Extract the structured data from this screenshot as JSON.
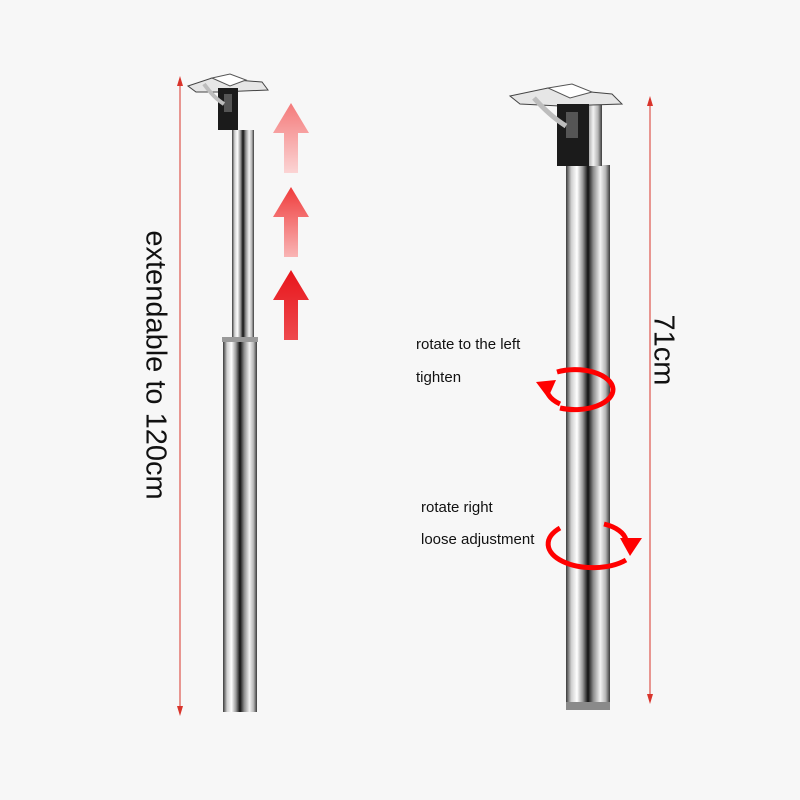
{
  "labels": {
    "extendable": "extendable to 120cm",
    "height": "71cm",
    "rotate_left": "rotate to the left",
    "tighten": "tighten",
    "rotate_right": "rotate right",
    "loose": "loose adjustment"
  },
  "colors": {
    "background": "#f7f7f7",
    "arrow_red": "#e8151b",
    "dimension_line": "#d9342b",
    "rotation_red": "#ff0000"
  },
  "icons": {
    "extend": "arrow-up-icon",
    "rotate_left": "rotate-left-icon",
    "rotate_right": "rotate-right-icon"
  }
}
